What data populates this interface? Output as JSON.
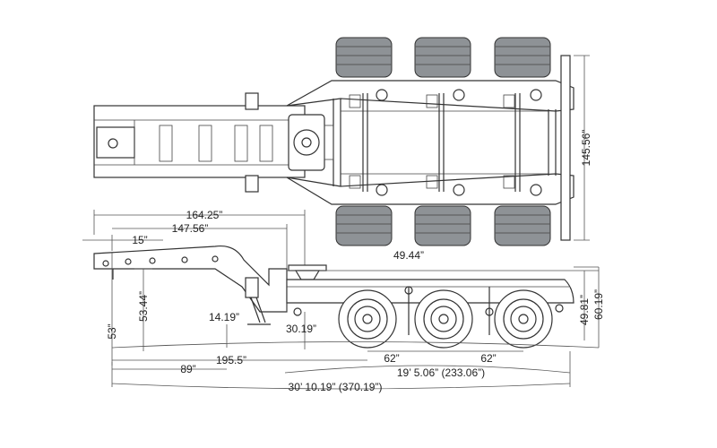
{
  "dimensions": {
    "top_height": "145.56”",
    "overall_deck": "164.25”",
    "deck_147": "147.56”",
    "kingpin_15": "15”",
    "axle_height_49_44": "49.44”",
    "gooseneck_53_44": "53.44”",
    "height_53": "53”",
    "leg_14_19": "14.19”",
    "deck_30_19": "30.19”",
    "height_49_81": "49.81”",
    "height_60_19": "60.19”",
    "spread_62_a": "62”",
    "spread_62_b": "62”",
    "len_195_5": "195.5”",
    "len_89": "89”",
    "len_deck_total": "19’ 5.06” (233.06”)",
    "len_overall": "30’ 10.19” (370.19”)"
  }
}
